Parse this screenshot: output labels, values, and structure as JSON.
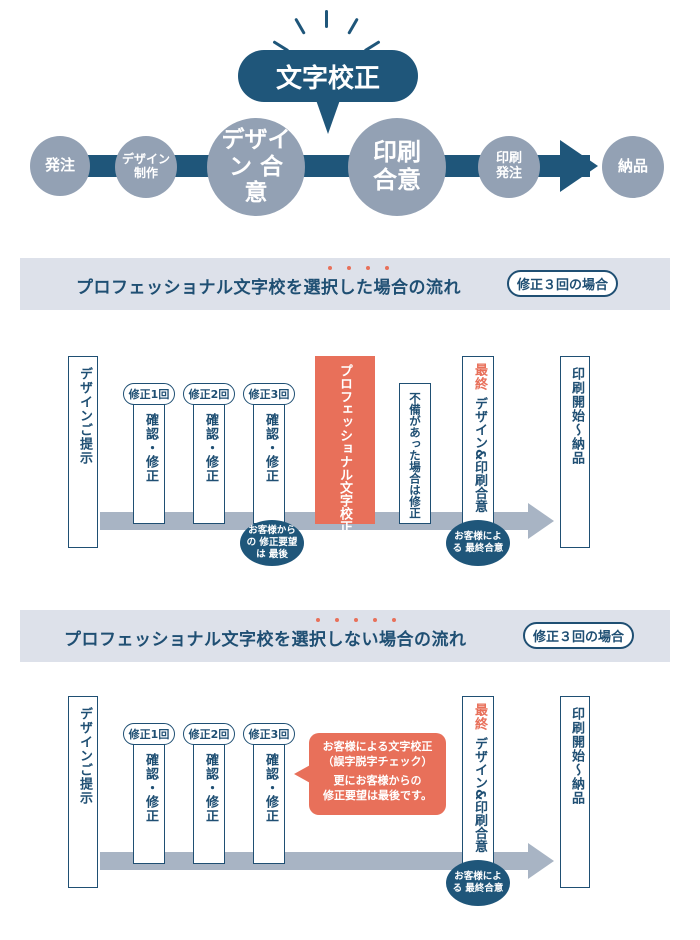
{
  "top": {
    "bubble": "文字校正",
    "nodes": [
      "発注",
      "デザイン 制作",
      "デザイン 合意",
      "印刷 合意",
      "印刷 発注",
      "納品"
    ]
  },
  "section1": {
    "title": "プロフェッショナル文字校を選択した場合の流れ",
    "tag": "修正３回の場合",
    "start": "デザインご提示",
    "rounds": [
      "修正1回",
      "修正2回",
      "修正3回"
    ],
    "confirm": "確認・修正",
    "oval_left": "お客様からの 修正要望は 最後",
    "pro": "プロフェッショナル文字校正",
    "fix": "不備があった場合は修正",
    "final_prefix": "最終",
    "final": "デザイン&印刷合意",
    "oval_right": "お客様による 最終合意",
    "end": "印刷開始～納品"
  },
  "section2": {
    "title": "プロフェッショナル文字校を選択しない場合の流れ",
    "tag": "修正３回の場合",
    "start": "デザインご提示",
    "rounds": [
      "修正1回",
      "修正2回",
      "修正3回"
    ],
    "confirm": "確認・修正",
    "callout_1": "お客様による文字校正",
    "callout_2": "（誤字脱字チェック）",
    "callout_3": "更にお客様からの",
    "callout_4": "修正要望は最後です。",
    "final_prefix": "最終",
    "final": "デザイン&印刷合意",
    "oval_right": "お客様による 最終合意",
    "end": "印刷開始～納品"
  },
  "colors": {
    "navy": "#1f567a",
    "gray": "#93a1b4",
    "coral": "#e8705a",
    "band": "#dde1ea"
  }
}
